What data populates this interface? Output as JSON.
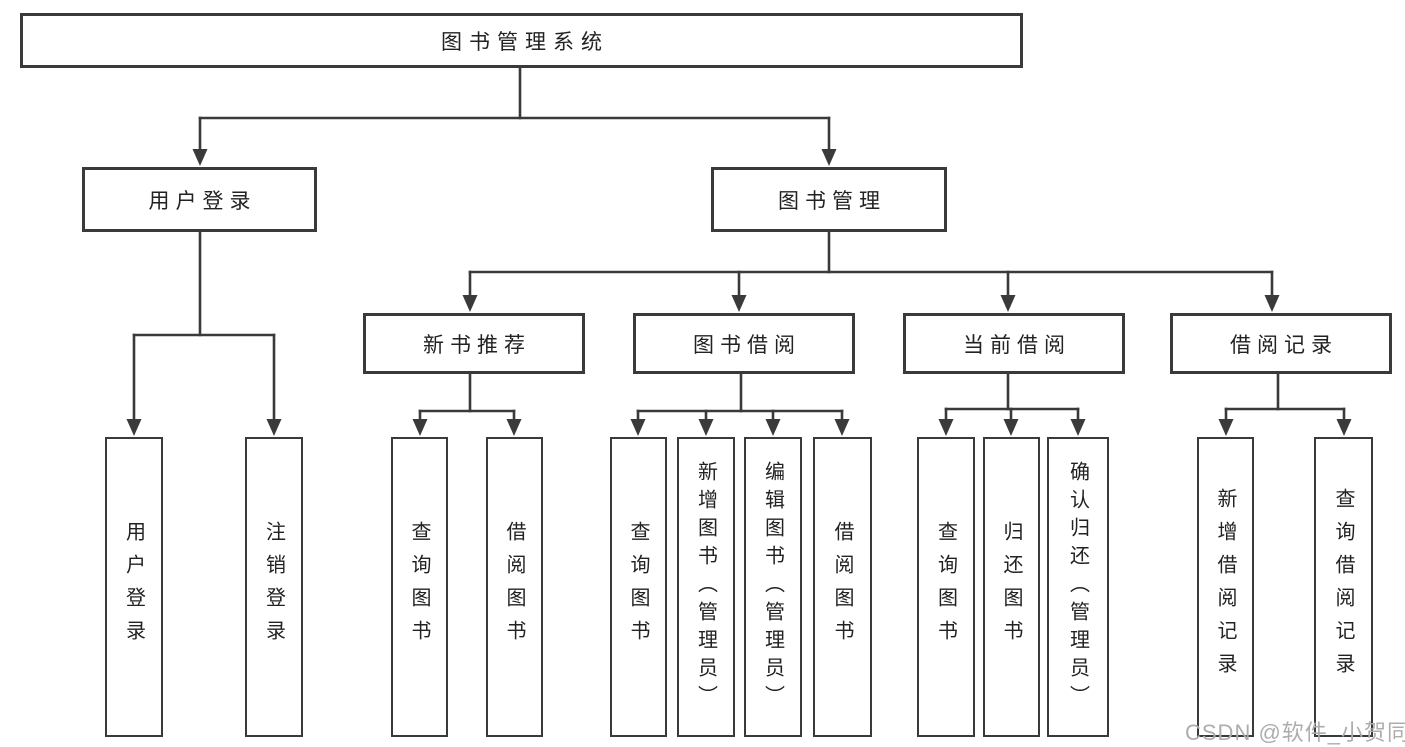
{
  "diagram": {
    "root": {
      "label": "图书管理系统"
    },
    "level2": [
      {
        "label": "用户登录"
      },
      {
        "label": "图书管理"
      }
    ],
    "level3": [
      {
        "label": "新书推荐"
      },
      {
        "label": "图书借阅"
      },
      {
        "label": "当前借阅"
      },
      {
        "label": "借阅记录"
      }
    ],
    "leaves": {
      "user_login": [
        "用户登录",
        "注销登录"
      ],
      "new_book_recommend": [
        "查询图书",
        "借阅图书"
      ],
      "book_borrow": [
        "查询图书",
        "新增图书（管理员）",
        "编辑图书（管理员）",
        "借阅图书"
      ],
      "current_borrow": [
        "查询图书",
        "归还图书",
        "确认归还（管理员）"
      ],
      "borrow_record": [
        "新增借阅记录",
        "查询借阅记录"
      ]
    }
  },
  "watermark": {
    "text": "CSDN @软件_小贺同学"
  },
  "colors": {
    "line": "#3a3a3a",
    "text": "#222222",
    "watermark": "#adadad",
    "background": "#ffffff"
  }
}
